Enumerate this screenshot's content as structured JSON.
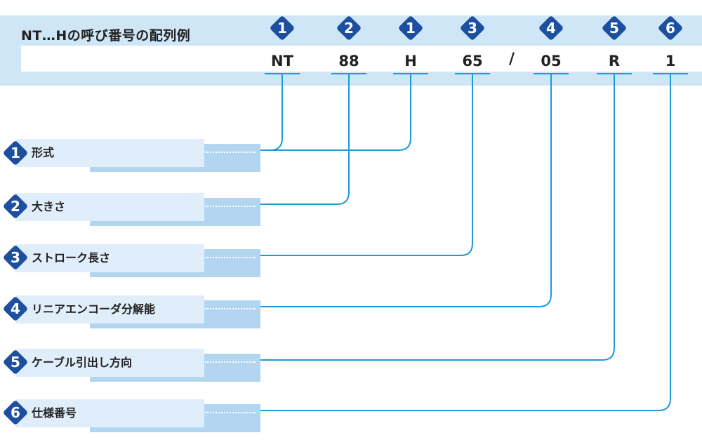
{
  "header": {
    "title": "NT…Hの呼び番号の配列例",
    "segments": [
      {
        "code": "NT",
        "number": "1"
      },
      {
        "code": "88",
        "number": "2"
      },
      {
        "code": "H",
        "number": "1"
      },
      {
        "code": "65",
        "number": "3"
      },
      {
        "code": "05",
        "number": "4"
      },
      {
        "code": "R",
        "number": "5"
      },
      {
        "code": "1",
        "number": "6"
      }
    ],
    "separator": "/"
  },
  "items": [
    {
      "number": "1",
      "label": "形式"
    },
    {
      "number": "2",
      "label": "大きさ"
    },
    {
      "number": "3",
      "label": "ストローク長さ"
    },
    {
      "number": "4",
      "label": "リニアエンコーダ分解能"
    },
    {
      "number": "5",
      "label": "ケーブル引出し方向"
    },
    {
      "number": "6",
      "label": "仕様番号"
    }
  ],
  "colors": {
    "header_band": "#cfe6f7",
    "diamond": "#1d4fa0",
    "connector": "#1e9ad8",
    "label_front": "#dfeefa",
    "label_back": "#b3d6f0"
  }
}
